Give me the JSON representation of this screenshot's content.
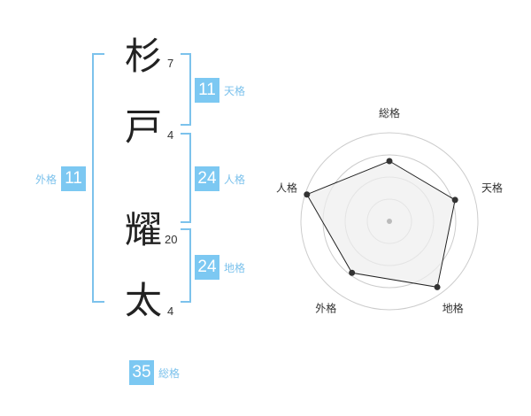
{
  "name": {
    "characters": [
      {
        "char": "杉",
        "strokes": "7"
      },
      {
        "char": "戸",
        "strokes": "4"
      },
      {
        "char": "耀",
        "strokes": "20"
      },
      {
        "char": "太",
        "strokes": "4"
      }
    ]
  },
  "fortunes": {
    "tenkaku": {
      "value": "11",
      "label": "天格"
    },
    "jinkaku": {
      "value": "24",
      "label": "人格"
    },
    "chikaku": {
      "value": "24",
      "label": "地格"
    },
    "gaikaku": {
      "value": "11",
      "label": "外格"
    },
    "soukaku": {
      "value": "35",
      "label": "総格"
    }
  },
  "chart_data": {
    "type": "radar",
    "axes": [
      "総格",
      "天格",
      "地格",
      "外格",
      "人格"
    ],
    "values": [
      0.68,
      0.78,
      0.92,
      0.72,
      0.98
    ],
    "rings": 4,
    "colors": {
      "fill": "#eeeeee",
      "stroke": "#222222",
      "ring": "#cccccc",
      "center": "#bbbbbb"
    }
  }
}
